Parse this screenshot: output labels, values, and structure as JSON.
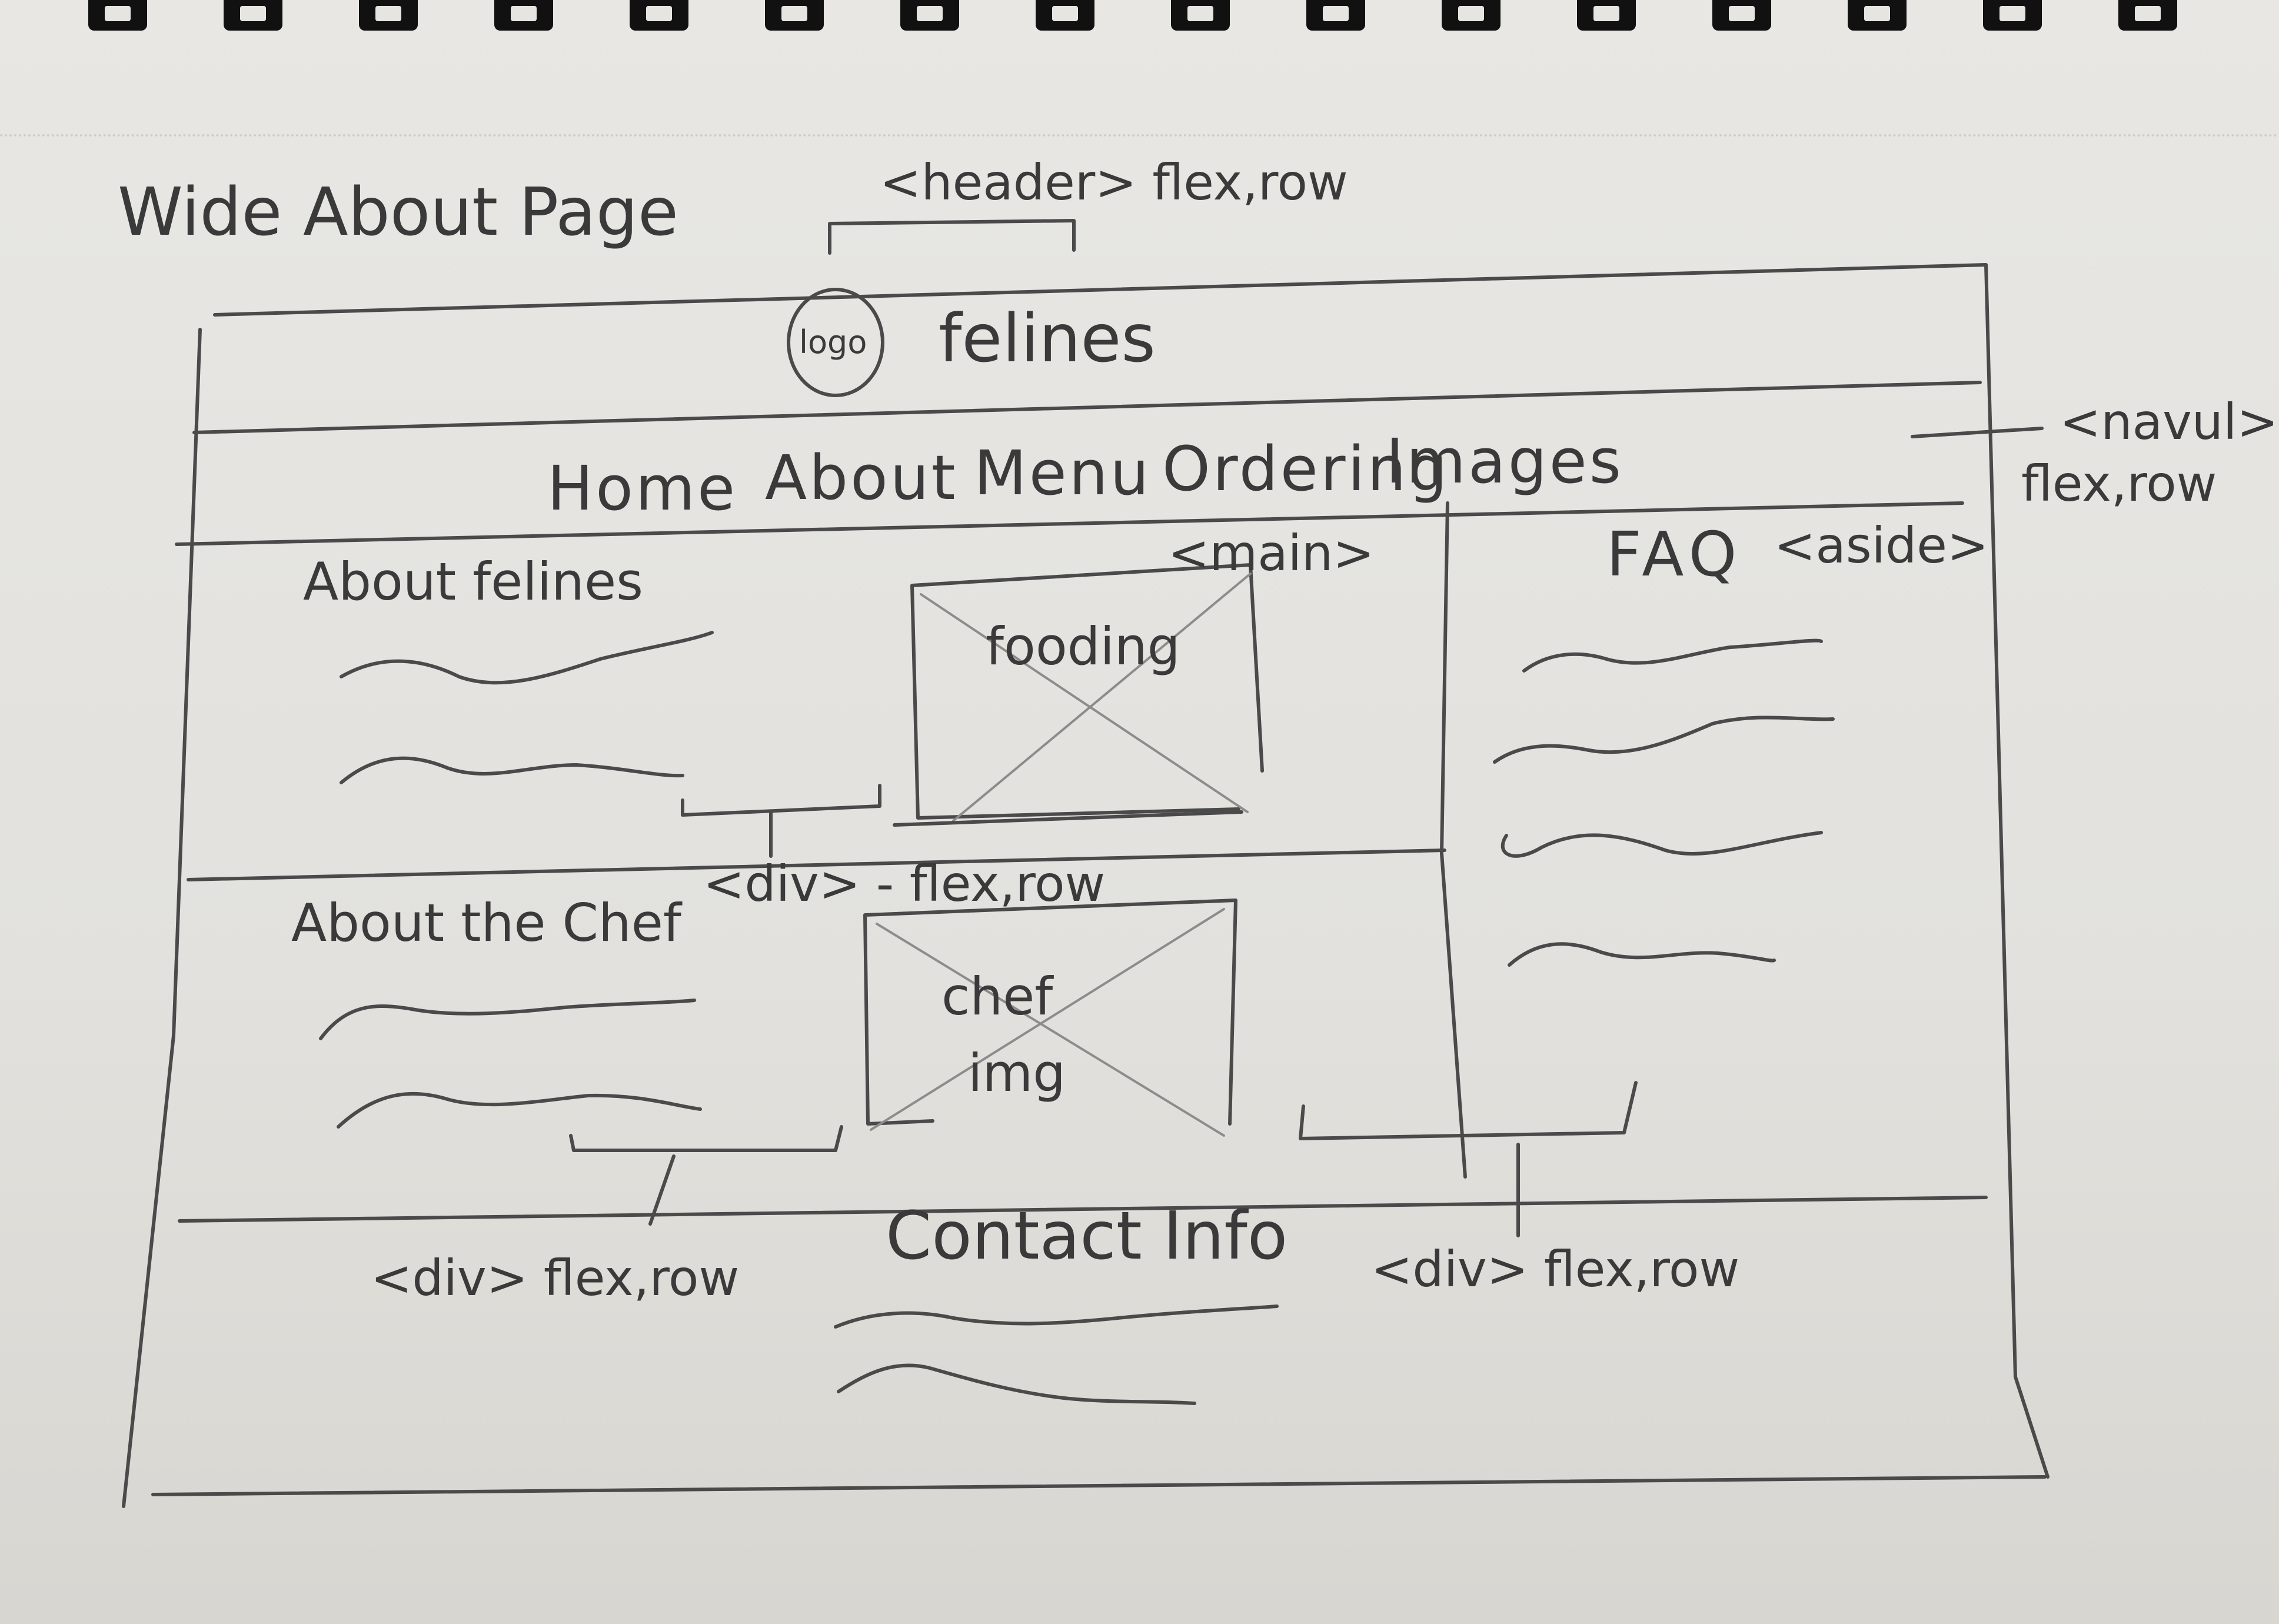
{
  "page_title": "Wide About Page",
  "annotations": {
    "header": "<header> flex,row",
    "navul_tag": "<navul>",
    "navul_layout": "flex,row",
    "main": "<main>",
    "aside": "<aside>",
    "div_top": "<div> - flex,row",
    "div_bottom_left": "<div> flex,row",
    "div_bottom_right": "<div> flex,row"
  },
  "header": {
    "logo_label": "logo",
    "brand": "felines"
  },
  "nav": {
    "items": [
      "Home",
      "About",
      "Menu",
      "Ordering",
      "Images"
    ]
  },
  "main": {
    "about_heading": "About felines",
    "food_img_label": "fooding",
    "chef_heading": "About the Chef",
    "chef_img_label_1": "chef",
    "chef_img_label_2": "img"
  },
  "aside": {
    "heading": "FAQ"
  },
  "footer": {
    "heading": "Contact Info"
  }
}
